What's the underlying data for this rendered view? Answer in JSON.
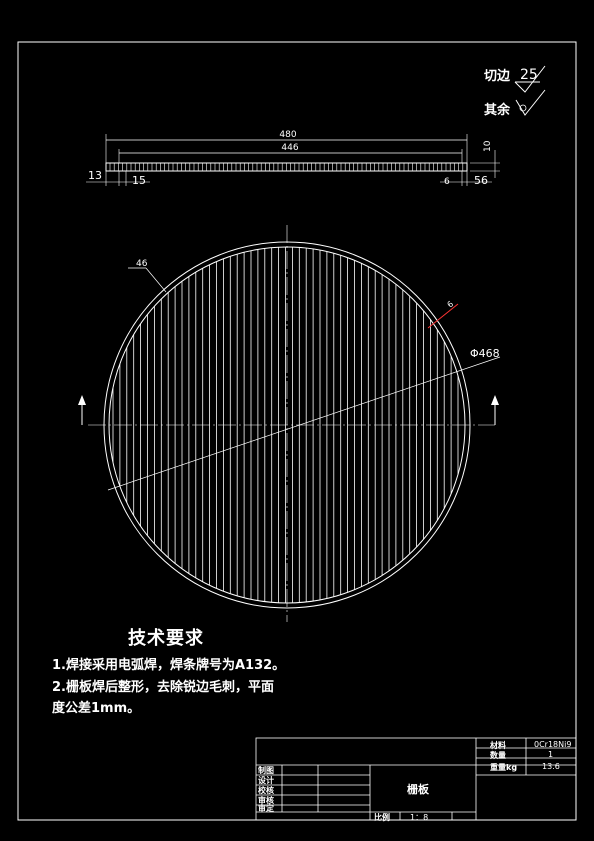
{
  "roughness": {
    "cut_edge_label": "切边",
    "cut_edge_value": "25",
    "other_label": "其余"
  },
  "side_view": {
    "dim_overall": "480",
    "dim_inner": "446",
    "dim_height": "10",
    "dim_left_gap": "13",
    "dim_left_pitch": "15",
    "dim_right_gap": "6",
    "dim_right_edge": "56"
  },
  "plan_view": {
    "bar_count_label": "46",
    "spacing_label": "6",
    "diameter_label": "Φ468"
  },
  "tech_requirements": {
    "title": "技术要求",
    "lines": [
      "1.焊接采用电弧焊，焊条牌号为A132。",
      "2.栅板焊后整形，去除锐边毛刺，平面",
      "度公差1mm。"
    ]
  },
  "title_block": {
    "part_name": "栅板",
    "material_label": "材料",
    "material_value": "0Cr18Ni9",
    "quantity_label": "数量",
    "quantity_value": "1",
    "weight_label": "重量kg",
    "weight_value": "13.6",
    "scale_label": "比例",
    "scale_value": "1：8",
    "roles": [
      "制图",
      "设计",
      "校核",
      "审核",
      "审定"
    ]
  },
  "colors": {
    "background": "#000000",
    "lines": "#ffffff",
    "highlight": "#ff3333"
  }
}
